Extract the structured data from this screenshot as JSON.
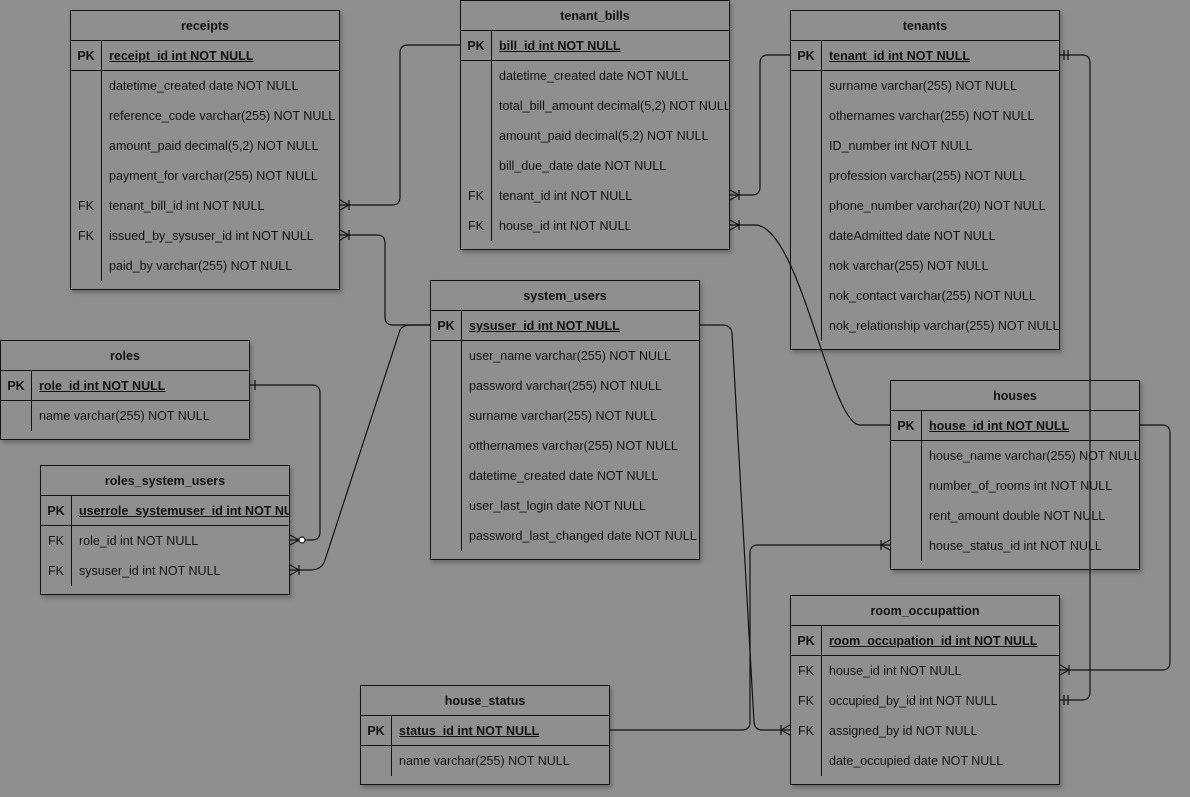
{
  "entities": [
    {
      "id": "receipts",
      "name": "receipts",
      "rows": [
        {
          "key": "PK",
          "text": "receipt_id int NOT NULL",
          "pk": true
        },
        {
          "key": "",
          "text": "datetime_created date NOT NULL"
        },
        {
          "key": "",
          "text": "reference_code varchar(255) NOT NULL"
        },
        {
          "key": "",
          "text": "amount_paid decimal(5,2) NOT NULL"
        },
        {
          "key": "",
          "text": "payment_for varchar(255) NOT NULL"
        },
        {
          "key": "FK",
          "text": "tenant_bill_id int NOT NULL"
        },
        {
          "key": "FK",
          "text": "issued_by_sysuser_id int NOT NULL"
        },
        {
          "key": "",
          "text": "paid_by varchar(255) NOT NULL"
        }
      ]
    },
    {
      "id": "tenant_bills",
      "name": "tenant_bills",
      "rows": [
        {
          "key": "PK",
          "text": "bill_id int NOT NULL",
          "pk": true
        },
        {
          "key": "",
          "text": "datetime_created date NOT NULL"
        },
        {
          "key": "",
          "text": "total_bill_amount decimal(5,2) NOT NULL"
        },
        {
          "key": "",
          "text": "amount_paid decimal(5,2) NOT NULL"
        },
        {
          "key": "",
          "text": "bill_due_date date NOT NULL"
        },
        {
          "key": "FK",
          "text": "tenant_id int NOT NULL"
        },
        {
          "key": "FK",
          "text": "house_id int NOT NULL"
        }
      ]
    },
    {
      "id": "tenants",
      "name": "tenants",
      "rows": [
        {
          "key": "PK",
          "text": "tenant_id int NOT NULL",
          "pk": true
        },
        {
          "key": "",
          "text": "surname varchar(255) NOT NULL"
        },
        {
          "key": "",
          "text": "othernames varchar(255) NOT NULL"
        },
        {
          "key": "",
          "text": "ID_number int NOT NULL"
        },
        {
          "key": "",
          "text": "profession varchar(255) NOT NULL"
        },
        {
          "key": "",
          "text": "phone_number varchar(20) NOT NULL"
        },
        {
          "key": "",
          "text": "dateAdmitted date NOT NULL"
        },
        {
          "key": "",
          "text": "nok varchar(255) NOT NULL"
        },
        {
          "key": "",
          "text": "nok_contact varchar(255) NOT NULL"
        },
        {
          "key": "",
          "text": "nok_relationship varchar(255) NOT NULL"
        }
      ]
    },
    {
      "id": "system_users",
      "name": "system_users",
      "rows": [
        {
          "key": "PK",
          "text": "sysuser_id int NOT NULL",
          "pk": true
        },
        {
          "key": "",
          "text": "user_name varchar(255) NOT NULL"
        },
        {
          "key": "",
          "text": "password varchar(255) NOT NULL"
        },
        {
          "key": "",
          "text": "surname varchar(255) NOT NULL"
        },
        {
          "key": "",
          "text": "otthernames varchar(255) NOT NULL"
        },
        {
          "key": "",
          "text": "datetime_created date NOT NULL"
        },
        {
          "key": "",
          "text": "user_last_login date NOT NULL"
        },
        {
          "key": "",
          "text": "password_last_changed date NOT NULL"
        }
      ]
    },
    {
      "id": "roles",
      "name": "roles",
      "rows": [
        {
          "key": "PK",
          "text": "role_id int NOT NULL",
          "pk": true
        },
        {
          "key": "",
          "text": "name varchar(255) NOT NULL"
        }
      ]
    },
    {
      "id": "roles_system_users",
      "name": "roles_system_users",
      "rows": [
        {
          "key": "PK",
          "text": "userrole_systemuser_id int NOT NULL",
          "pk": true
        },
        {
          "key": "FK",
          "text": "role_id int NOT NULL"
        },
        {
          "key": "FK",
          "text": "sysuser_id int NOT NULL"
        }
      ]
    },
    {
      "id": "houses",
      "name": "houses",
      "rows": [
        {
          "key": "PK",
          "text": "house_id int NOT NULL",
          "pk": true
        },
        {
          "key": "",
          "text": "house_name varchar(255) NOT NULL"
        },
        {
          "key": "",
          "text": "number_of_rooms int NOT NULL"
        },
        {
          "key": "",
          "text": "rent_amount double NOT NULL"
        },
        {
          "key": "",
          "text": "house_status_id int NOT NULL"
        }
      ]
    },
    {
      "id": "room_occupattion",
      "name": "room_occupattion",
      "rows": [
        {
          "key": "PK",
          "text": "room_occupation_id int NOT NULL",
          "pk": true
        },
        {
          "key": "FK",
          "text": "house_id int NOT NULL"
        },
        {
          "key": "FK",
          "text": "occupied_by_id int NOT NULL"
        },
        {
          "key": "FK",
          "text": "assigned_by id NOT NULL"
        },
        {
          "key": "",
          "text": "date_occupied date NOT NULL"
        }
      ]
    },
    {
      "id": "house_status",
      "name": "house_status",
      "rows": [
        {
          "key": "PK",
          "text": "status_id int NOT NULL",
          "pk": true
        },
        {
          "key": "",
          "text": "name varchar(255) NOT NULL"
        }
      ]
    }
  ],
  "relationships": [
    {
      "from": "receipts.tenant_bill_id",
      "to": "tenant_bills.bill_id",
      "cardinality": "one-or-many"
    },
    {
      "from": "receipts.issued_by_sysuser_id",
      "to": "system_users.sysuser_id",
      "cardinality": "one-or-many"
    },
    {
      "from": "tenant_bills.tenant_id",
      "to": "tenants.tenant_id",
      "cardinality": "one-or-many"
    },
    {
      "from": "tenant_bills.house_id",
      "to": "houses.house_id",
      "cardinality": "one-or-many"
    },
    {
      "from": "roles_system_users.role_id",
      "to": "roles.role_id",
      "cardinality": "zero-or-many to one"
    },
    {
      "from": "roles_system_users.sysuser_id",
      "to": "system_users.sysuser_id",
      "cardinality": "one-or-many"
    },
    {
      "from": "houses.house_status_id",
      "to": "house_status.status_id",
      "cardinality": "one-or-many"
    },
    {
      "from": "room_occupattion.house_id",
      "to": "houses.house_id",
      "cardinality": "one-or-many"
    },
    {
      "from": "room_occupattion.occupied_by_id",
      "to": "tenants.tenant_id",
      "cardinality": "one to one"
    },
    {
      "from": "room_occupattion.assigned_by",
      "to": "system_users.sysuser_id",
      "cardinality": "one-or-many"
    }
  ]
}
